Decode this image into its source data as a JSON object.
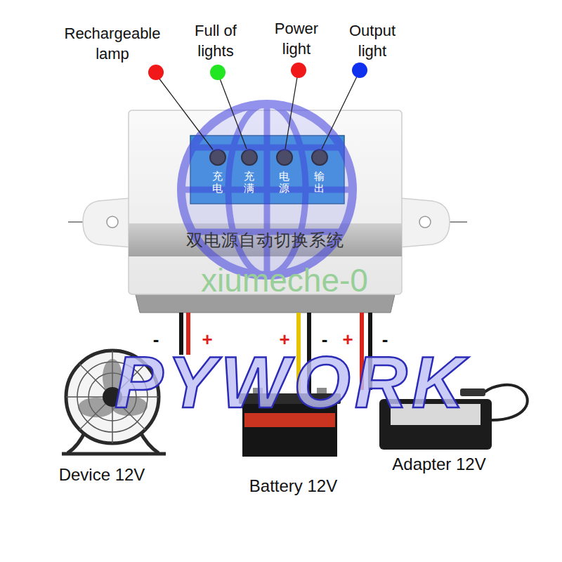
{
  "diagram": {
    "nodes": [
      {
        "text": [
          "双电源自动切换系统"
        ]
      },
      {
        "text": [
          "充电",
          "充满",
          "电源",
          "输出"
        ],
        "in": 0
      },
      {
        "text": [
          "Device 12V"
        ]
      },
      {
        "text": [
          "Battery 12V"
        ]
      },
      {
        "text": [
          "Adapter 12V"
        ]
      }
    ],
    "edges": [
      {
        "from": 0,
        "to": 2,
        "arrow": "none"
      },
      {
        "from": 0,
        "to": 2,
        "arrow": "none"
      },
      {
        "from": 0,
        "to": 3,
        "arrow": "none"
      },
      {
        "from": 0,
        "to": 3,
        "arrow": "none"
      },
      {
        "from": 0,
        "to": 4,
        "arrow": "none"
      },
      {
        "from": 0,
        "to": 4,
        "arrow": "none"
      }
    ],
    "labels": [
      "Rechargeable lamp",
      "Full of lights",
      "Power light",
      "Output light",
      "-",
      "+",
      "+",
      "-",
      "+",
      "-",
      "xiumeche-0",
      "PYWORK"
    ]
  }
}
